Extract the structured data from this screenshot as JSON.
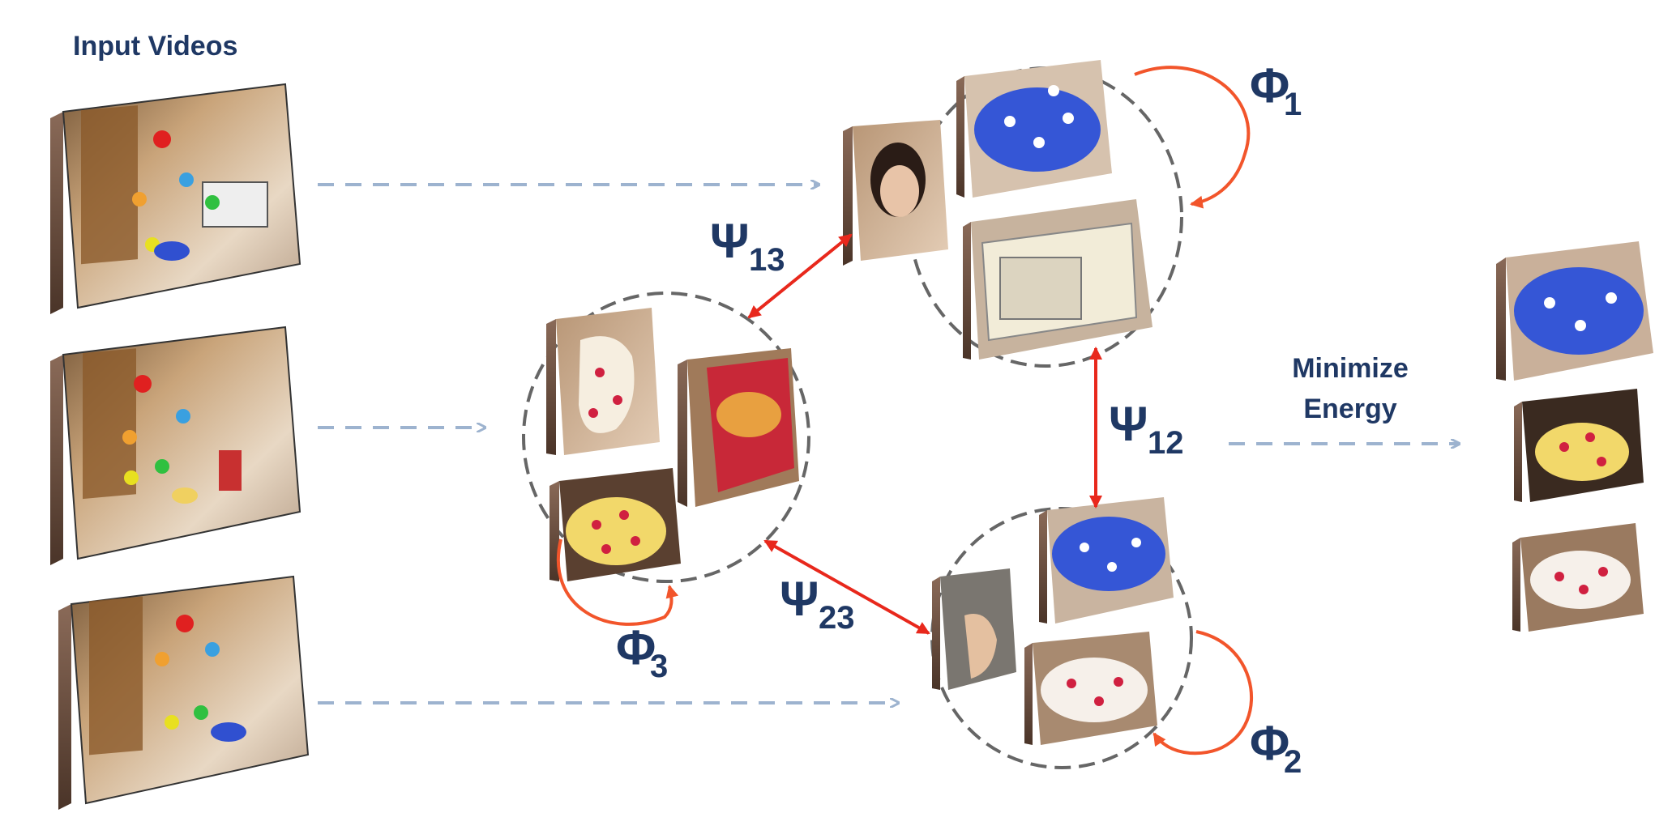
{
  "labels": {
    "input_videos": "Input Videos",
    "minimize_line1": "Minimize",
    "minimize_line2": "Energy"
  },
  "potentials": {
    "phi1": {
      "symbol": "Φ",
      "sub": "1"
    },
    "phi2": {
      "symbol": "Φ",
      "sub": "2"
    },
    "phi3": {
      "symbol": "Φ",
      "sub": "3"
    },
    "psi12": {
      "symbol": "Ψ",
      "sub": "12"
    },
    "psi13": {
      "symbol": "Ψ",
      "sub": "13"
    },
    "psi23": {
      "symbol": "Ψ",
      "sub": "23"
    }
  },
  "colors": {
    "text": "#1f3864",
    "pairwise_edge": "#e8281c",
    "unary_loop": "#f2552b",
    "flow_arrow": "#9db3cf",
    "node_border": "#666666"
  }
}
